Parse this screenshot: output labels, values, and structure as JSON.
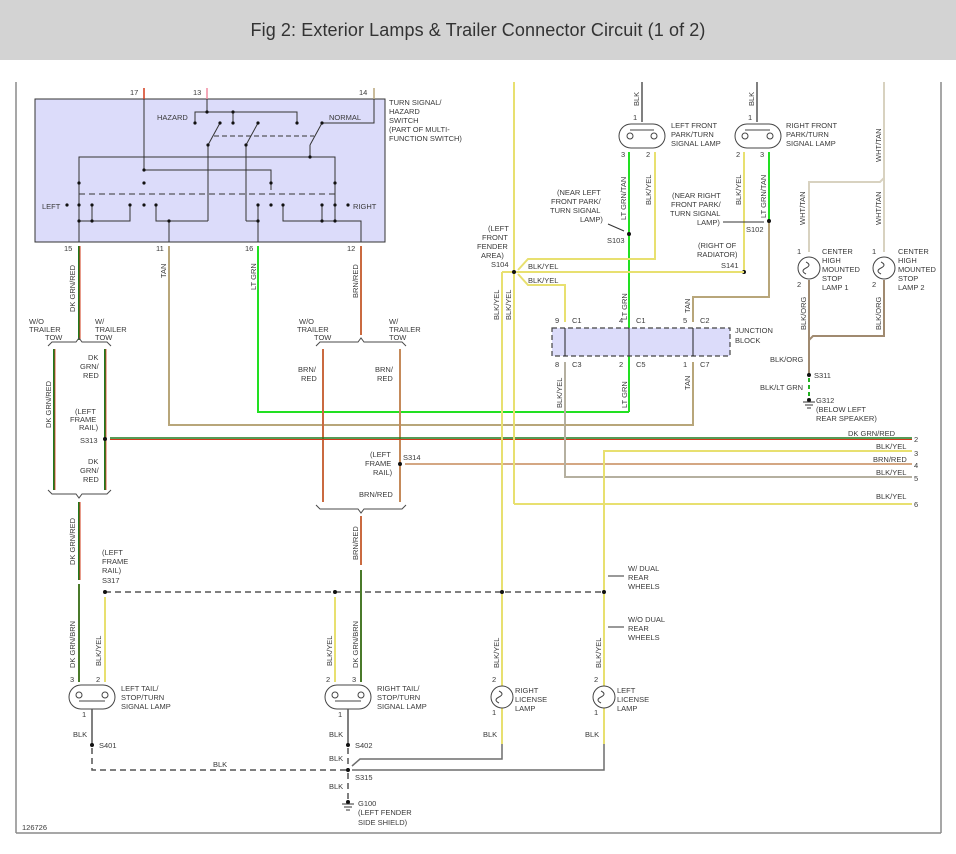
{
  "header": {
    "title": "Fig 2: Exterior Lamps & Trailer Connector Circuit (1 of 2)"
  },
  "colors": {
    "header_bg": "#d3d3d3",
    "switch_box_fill": "#dcdcfa",
    "lt_grn": "#22e022",
    "dk_grn": "#1e7a1e",
    "red": "#d23a1a",
    "brn": "#c58a5a",
    "tan": "#b8a67a",
    "yel": "#e8e070",
    "blk": "#6d6d6d",
    "pink": "#f08aa0",
    "wht_tan": "#d8d2c0"
  },
  "switch": {
    "label": [
      "TURN SIGNAL/",
      "HAZARD",
      "SWITCH",
      "(PART OF MULTI-",
      "FUNCTION SWITCH)"
    ],
    "hazard": "HAZARD",
    "normal": "NORMAL",
    "left": "LEFT",
    "right": "RIGHT",
    "pins_top": [
      "17",
      "13",
      "14"
    ],
    "pins_bottom": [
      "15",
      "11",
      "16",
      "12"
    ]
  },
  "wires": {
    "dk_grn_red": "DK GRN/RED",
    "tan": "TAN",
    "lt_grn": "LT GRN",
    "brn_red": "BRN/RED",
    "blk": "BLK",
    "blk_yel": "BLK/YEL",
    "lt_grn_tan": "LT GRN/TAN",
    "wht_tan": "WHT/TAN",
    "blk_org": "BLK/ORG",
    "blk_lt_grn": "BLK/LT GRN",
    "dk_grn_brn": "DK GRN/BRN",
    "dk": "DK",
    "grn_slash": "GRN/",
    "red": "RED",
    "brn_slash": "BRN/"
  },
  "options": {
    "wo_trailer": [
      "W/O",
      "TRAILER",
      "TOW"
    ],
    "w_trailer": [
      "W/",
      "TRAILER",
      "TOW"
    ],
    "w_dual": [
      "W/ DUAL",
      "REAR",
      "WHEELS"
    ],
    "wo_dual": [
      "W/O DUAL",
      "REAR",
      "WHEELS"
    ]
  },
  "lamps": {
    "left_front": [
      "LEFT FRONT",
      "PARK/TURN",
      "SIGNAL LAMP"
    ],
    "right_front": [
      "RIGHT FRONT",
      "PARK/TURN",
      "SIGNAL LAMP"
    ],
    "chmsl1": [
      "CENTER",
      "HIGH",
      "MOUNTED",
      "STOP",
      "LAMP 1"
    ],
    "chmsl2": [
      "CENTER",
      "HIGH",
      "MOUNTED",
      "STOP",
      "LAMP 2"
    ],
    "left_tail": [
      "LEFT TAIL/",
      "STOP/TURN",
      "SIGNAL LAMP"
    ],
    "right_tail": [
      "RIGHT TAIL/",
      "STOP/TURN",
      "SIGNAL LAMP"
    ],
    "right_license": [
      "RIGHT",
      "LICENSE",
      "LAMP"
    ],
    "left_license": [
      "LEFT",
      "LICENSE",
      "LAMP"
    ]
  },
  "splices": {
    "s103": {
      "id": "S103",
      "loc": [
        "(NEAR LEFT",
        "FRONT PARK/",
        "TURN SIGNAL",
        "LAMP)"
      ]
    },
    "s102": {
      "id": "S102",
      "loc": [
        "(NEAR RIGHT",
        "FRONT PARK/",
        "TURN SIGNAL",
        "LAMP)"
      ]
    },
    "s104": {
      "id": "S104",
      "loc": [
        "(LEFT",
        "FRONT",
        "FENDER",
        "AREA)"
      ]
    },
    "s141": {
      "id": "S141",
      "loc": [
        "(RIGHT OF",
        "RADIATOR)"
      ]
    },
    "s313": {
      "id": "S313",
      "loc": [
        "(LEFT",
        "FRAME",
        "RAIL)"
      ]
    },
    "s314": {
      "id": "S314",
      "loc": [
        "(LEFT",
        "FRAME",
        "RAIL)"
      ]
    },
    "s317": {
      "id": "S317",
      "loc": [
        "(LEFT",
        "FRAME",
        "RAIL)"
      ]
    },
    "s311": {
      "id": "S311"
    },
    "s401": {
      "id": "S401"
    },
    "s402": {
      "id": "S402"
    },
    "s315": {
      "id": "S315"
    }
  },
  "grounds": {
    "g312": {
      "id": "G312",
      "loc": [
        "(BELOW LEFT",
        "REAR SPEAKER)"
      ]
    },
    "g100": {
      "id": "G100",
      "loc": [
        "(LEFT FENDER",
        "SIDE SHIELD)"
      ]
    }
  },
  "junction_block": {
    "label": [
      "JUNCTION",
      "BLOCK"
    ],
    "top_pins": [
      {
        "pin": "9",
        "conn": "C1"
      },
      {
        "pin": "4",
        "conn": "C1"
      },
      {
        "pin": "5",
        "conn": "C2"
      }
    ],
    "bottom_pins": [
      {
        "pin": "8",
        "conn": "C3"
      },
      {
        "pin": "2",
        "conn": "C5"
      },
      {
        "pin": "1",
        "conn": "C7"
      }
    ]
  },
  "trailer_connector": {
    "rows": [
      {
        "wire": "DK GRN/RED",
        "pin": "2"
      },
      {
        "wire": "BLK/YEL",
        "pin": "3"
      },
      {
        "wire": "BRN/RED",
        "pin": "4"
      },
      {
        "wire": "BLK/YEL",
        "pin": "5"
      },
      {
        "wire": "BLK/YEL",
        "pin": "6"
      }
    ]
  },
  "pin_nums": {
    "p1": "1",
    "p2": "2",
    "p3": "3"
  },
  "figure_id": "126726"
}
